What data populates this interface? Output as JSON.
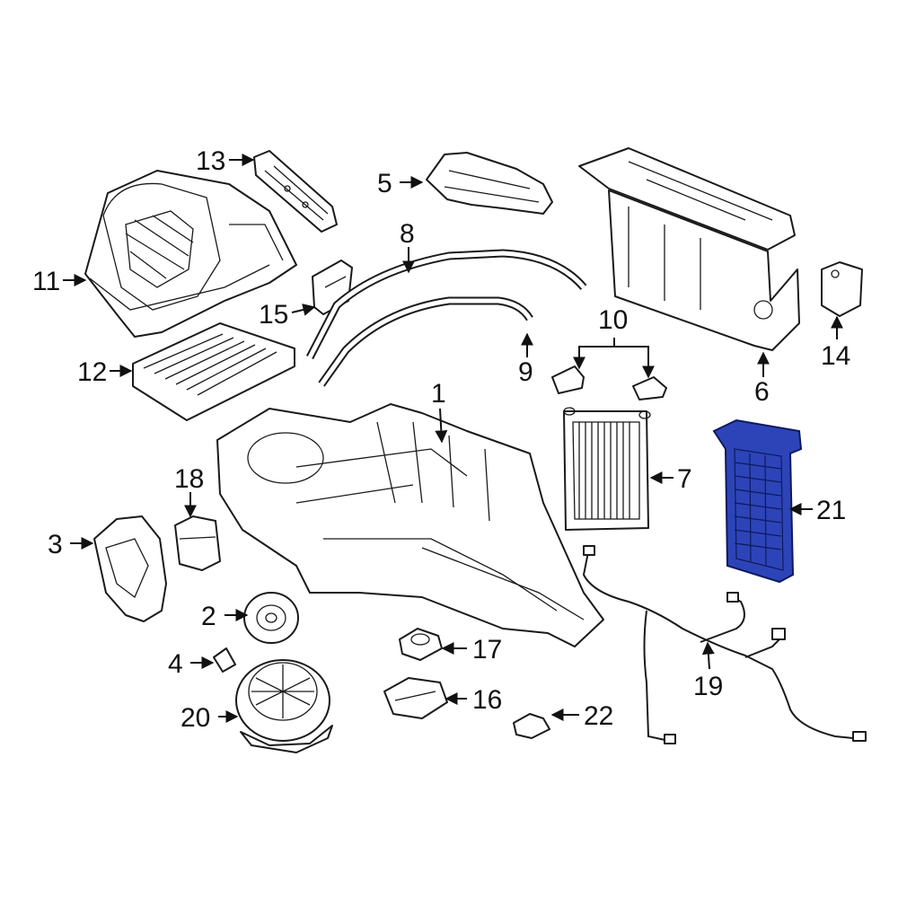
{
  "diagram": {
    "highlight_color": "#2d44b8",
    "callouts": [
      {
        "id": "1",
        "label": "1"
      },
      {
        "id": "2",
        "label": "2"
      },
      {
        "id": "3",
        "label": "3"
      },
      {
        "id": "4",
        "label": "4"
      },
      {
        "id": "5",
        "label": "5"
      },
      {
        "id": "6",
        "label": "6"
      },
      {
        "id": "7",
        "label": "7"
      },
      {
        "id": "8",
        "label": "8"
      },
      {
        "id": "9",
        "label": "9"
      },
      {
        "id": "10",
        "label": "10"
      },
      {
        "id": "11",
        "label": "11"
      },
      {
        "id": "12",
        "label": "12"
      },
      {
        "id": "13",
        "label": "13"
      },
      {
        "id": "14",
        "label": "14"
      },
      {
        "id": "15",
        "label": "15"
      },
      {
        "id": "16",
        "label": "16"
      },
      {
        "id": "17",
        "label": "17"
      },
      {
        "id": "18",
        "label": "18"
      },
      {
        "id": "19",
        "label": "19"
      },
      {
        "id": "20",
        "label": "20"
      },
      {
        "id": "21",
        "label": "21"
      },
      {
        "id": "22",
        "label": "22"
      }
    ]
  }
}
